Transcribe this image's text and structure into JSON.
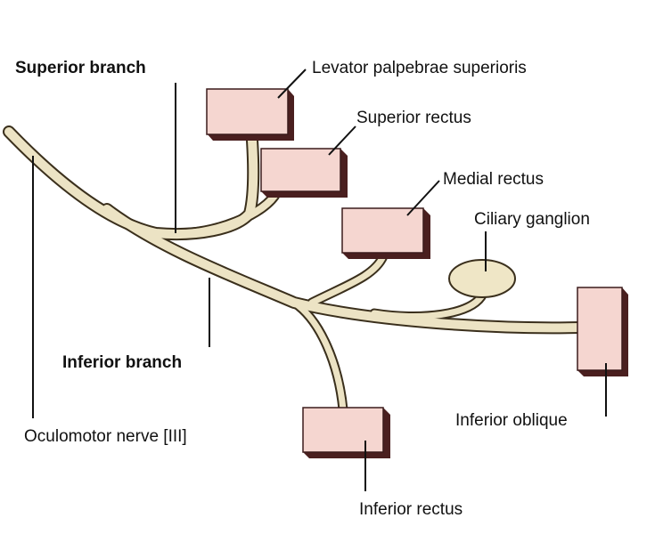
{
  "diagram": {
    "title": "Oculomotor nerve [III] branches",
    "labels": {
      "superior_branch": "Superior branch",
      "inferior_branch": "Inferior branch",
      "oculomotor_nerve": "Oculomotor nerve [III]",
      "levator": "Levator palpebrae superioris",
      "superior_rectus": "Superior rectus",
      "medial_rectus": "Medial rectus",
      "ciliary_ganglion": "Ciliary ganglion",
      "inferior_oblique": "Inferior oblique",
      "inferior_rectus": "Inferior rectus"
    },
    "colors": {
      "nerve_fill": "#ece3c4",
      "nerve_outline": "#3a2f1c",
      "muscle_face": "#f5d6d0",
      "muscle_edge": "#4a1f1f",
      "text": "#111111"
    }
  }
}
